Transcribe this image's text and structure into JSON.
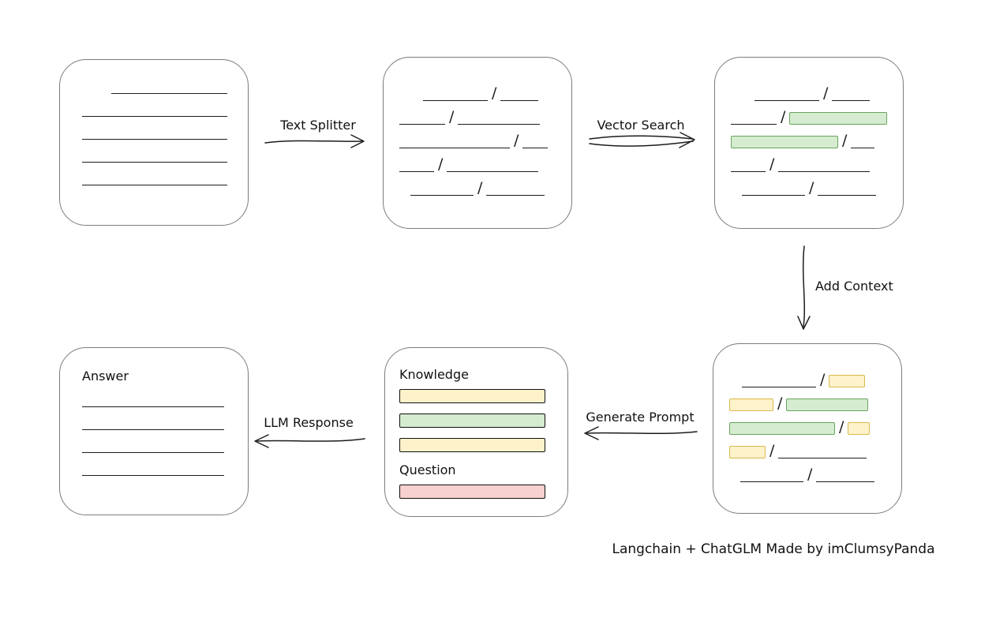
{
  "caption": "Langchain + ChatGLM Made by imClumsyPanda",
  "arrows": {
    "text_splitter": {
      "label": "Text Splitter"
    },
    "vector_search": {
      "label": "Vector Search"
    },
    "add_context": {
      "label": "Add Context"
    },
    "generate_prompt": {
      "label": "Generate Prompt"
    },
    "llm_response": {
      "label": "LLM Response"
    }
  },
  "colors": {
    "stroke": "#1c1c1c",
    "box_border": "#7c7c7c",
    "green_fill": "#d5ecd0",
    "green_stroke": "#69a35e",
    "yellow_fill": "#fdf2ca",
    "yellow_stroke": "#d9b94f",
    "red_fill": "#f6d1cd",
    "red_stroke": "#c9695c"
  },
  "document_box": {
    "lines": [
      {
        "w": 147,
        "indent": 37
      },
      {
        "w": 184,
        "indent": 0
      },
      {
        "w": 184,
        "indent": 0
      },
      {
        "w": 184,
        "indent": 0
      },
      {
        "w": 184,
        "indent": 0
      }
    ]
  },
  "split_box": {
    "rows": [
      {
        "indent": 30,
        "segs": [
          {
            "t": "line",
            "w": 82
          },
          {
            "t": "slash"
          },
          {
            "t": "line",
            "w": 48
          }
        ]
      },
      {
        "indent": 0,
        "segs": [
          {
            "t": "line",
            "w": 58
          },
          {
            "t": "slash"
          },
          {
            "t": "line",
            "w": 104
          }
        ]
      },
      {
        "indent": 0,
        "segs": [
          {
            "t": "line",
            "w": 140
          },
          {
            "t": "slash"
          },
          {
            "t": "line",
            "w": 32
          }
        ]
      },
      {
        "indent": 0,
        "segs": [
          {
            "t": "line",
            "w": 44
          },
          {
            "t": "slash"
          },
          {
            "t": "line",
            "w": 116
          }
        ]
      },
      {
        "indent": 14,
        "segs": [
          {
            "t": "line",
            "w": 80
          },
          {
            "t": "slash"
          },
          {
            "t": "line",
            "w": 74
          }
        ]
      }
    ]
  },
  "vector_box": {
    "rows": [
      {
        "indent": 30,
        "segs": [
          {
            "t": "line",
            "w": 82
          },
          {
            "t": "slash"
          },
          {
            "t": "line",
            "w": 48
          }
        ]
      },
      {
        "indent": 0,
        "segs": [
          {
            "t": "line",
            "w": 58
          },
          {
            "t": "slash"
          },
          {
            "t": "green",
            "w": 124
          }
        ]
      },
      {
        "indent": 0,
        "segs": [
          {
            "t": "green",
            "w": 136
          },
          {
            "t": "slash"
          },
          {
            "t": "line",
            "w": 30
          }
        ]
      },
      {
        "indent": 0,
        "segs": [
          {
            "t": "line",
            "w": 44
          },
          {
            "t": "slash"
          },
          {
            "t": "line",
            "w": 116
          }
        ]
      },
      {
        "indent": 14,
        "segs": [
          {
            "t": "line",
            "w": 80
          },
          {
            "t": "slash"
          },
          {
            "t": "line",
            "w": 74
          }
        ]
      }
    ]
  },
  "context_box": {
    "rows": [
      {
        "indent": 16,
        "segs": [
          {
            "t": "line",
            "w": 94
          },
          {
            "t": "slash"
          },
          {
            "t": "yellow",
            "w": 46
          }
        ]
      },
      {
        "indent": 0,
        "segs": [
          {
            "t": "yellow",
            "w": 56
          },
          {
            "t": "slash"
          },
          {
            "t": "green",
            "w": 104
          }
        ]
      },
      {
        "indent": 0,
        "segs": [
          {
            "t": "green",
            "w": 134
          },
          {
            "t": "slash"
          },
          {
            "t": "yellow",
            "w": 28
          }
        ]
      },
      {
        "indent": 0,
        "segs": [
          {
            "t": "yellow",
            "w": 46
          },
          {
            "t": "slash"
          },
          {
            "t": "line",
            "w": 112
          }
        ]
      },
      {
        "indent": 14,
        "segs": [
          {
            "t": "line",
            "w": 80
          },
          {
            "t": "slash"
          },
          {
            "t": "line",
            "w": 74
          }
        ]
      }
    ]
  },
  "prompt_box": {
    "knowledge_label": "Knowledge",
    "question_label": "Question",
    "knowledge_bars": [
      {
        "color": "yellow"
      },
      {
        "color": "green"
      },
      {
        "color": "yellow"
      }
    ],
    "question_bars": [
      {
        "color": "red"
      }
    ]
  },
  "answer_box": {
    "label": "Answer",
    "lines": [
      {
        "w": 180,
        "indent": 0
      },
      {
        "w": 180,
        "indent": 0
      },
      {
        "w": 180,
        "indent": 0
      },
      {
        "w": 180,
        "indent": 0
      }
    ]
  }
}
